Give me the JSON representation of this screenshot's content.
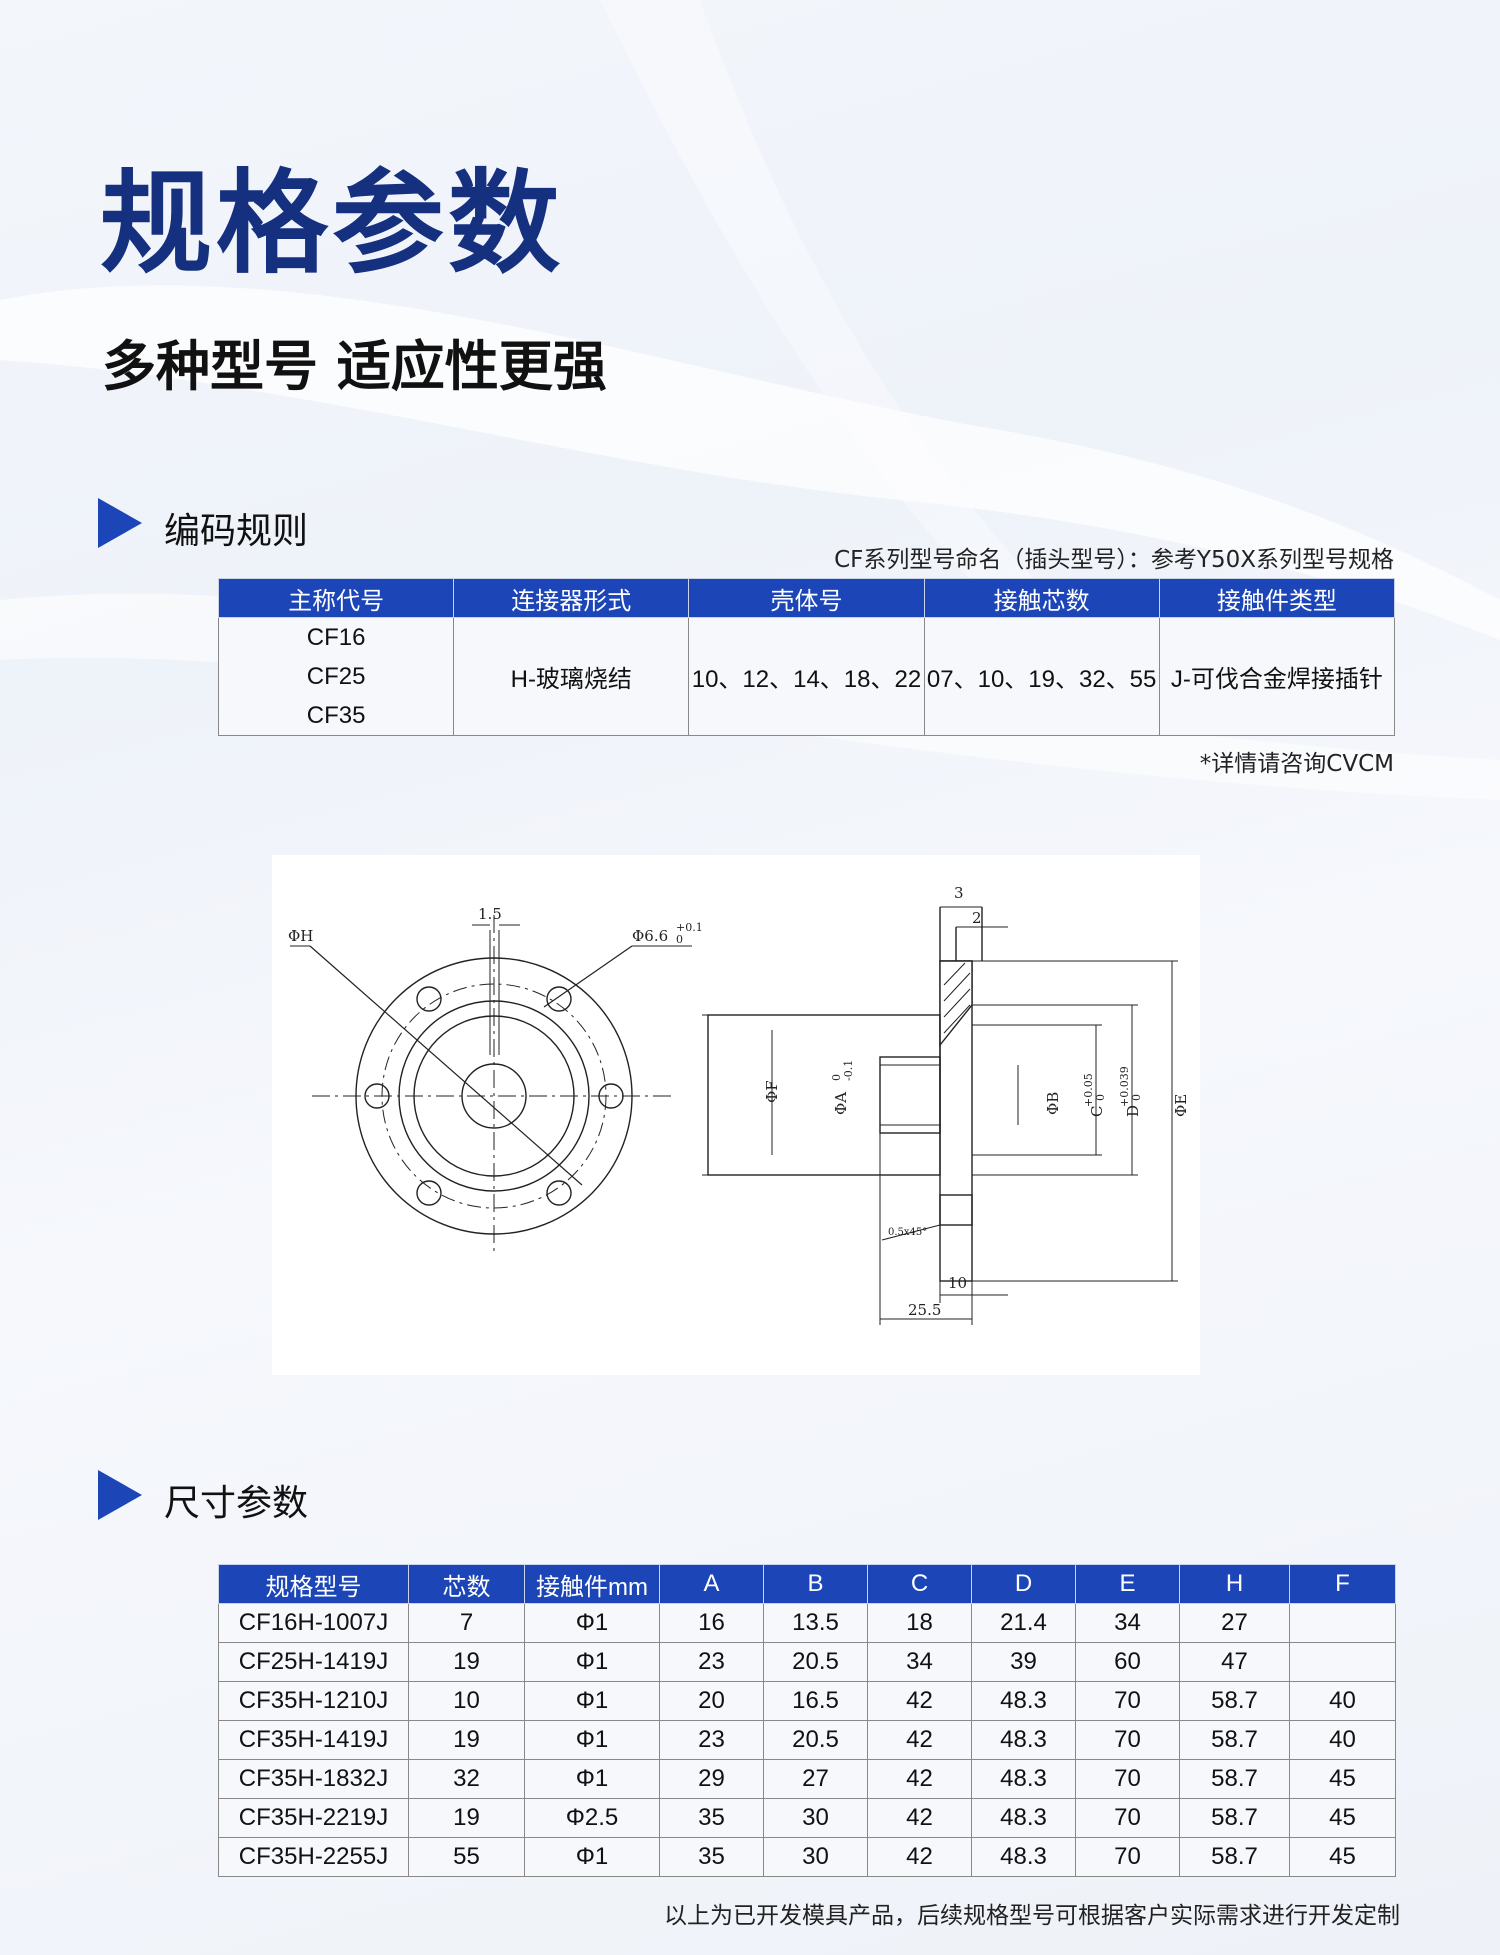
{
  "header": {
    "title": "规格参数",
    "subtitle": "多种型号 适应性更强"
  },
  "coding_section": {
    "heading": "编码规则",
    "note_top": "CF系列型号命名（插头型号）：参考Y50X系列型号规格",
    "columns": [
      "主称代号",
      "连接器形式",
      "壳体号",
      "接触芯数",
      "接触件类型"
    ],
    "row": {
      "main_codes": [
        "CF16",
        "CF25",
        "CF35"
      ],
      "connector_form": "H-玻璃烧结",
      "shell_sizes": "10、12、14、18、22",
      "contact_counts": "07、10、19、32、55",
      "contact_type": "J-可伐合金焊接插针"
    },
    "note_bottom": "*详情请咨询CVCM"
  },
  "drawing": {
    "labels": {
      "phi_h": "ΦH",
      "dim_1_5": "1.5",
      "hole": "Φ6.6",
      "hole_tol": "+0.1",
      "hole_tol0": "0",
      "dim_3": "3",
      "dim_2": "2",
      "phi_f": "ΦF",
      "phi_a": "ΦA",
      "phi_a_tol": "0",
      "phi_a_tol2": "-0.1",
      "phi_b": "ΦB",
      "c": "C",
      "c_tol": "+0.05",
      "c_tol0": "0",
      "d": "D",
      "d_tol": "+0.039",
      "d_tol0": "0",
      "phi_e": "ΦE",
      "chamfer": "0.5x45°",
      "dim_10": "10",
      "dim_25_5": "25.5"
    }
  },
  "dimension_section": {
    "heading": "尺寸参数",
    "columns": [
      "规格型号",
      "芯数",
      "接触件mm",
      "A",
      "B",
      "C",
      "D",
      "E",
      "H",
      "F"
    ],
    "rows": [
      [
        "CF16H-1007J",
        "7",
        "Φ1",
        "16",
        "13.5",
        "18",
        "21.4",
        "34",
        "27",
        ""
      ],
      [
        "CF25H-1419J",
        "19",
        "Φ1",
        "23",
        "20.5",
        "34",
        "39",
        "60",
        "47",
        ""
      ],
      [
        "CF35H-1210J",
        "10",
        "Φ1",
        "20",
        "16.5",
        "42",
        "48.3",
        "70",
        "58.7",
        "40"
      ],
      [
        "CF35H-1419J",
        "19",
        "Φ1",
        "23",
        "20.5",
        "42",
        "48.3",
        "70",
        "58.7",
        "40"
      ],
      [
        "CF35H-1832J",
        "32",
        "Φ1",
        "29",
        "27",
        "42",
        "48.3",
        "70",
        "58.7",
        "45"
      ],
      [
        "CF35H-2219J",
        "19",
        "Φ2.5",
        "35",
        "30",
        "42",
        "48.3",
        "70",
        "58.7",
        "45"
      ],
      [
        "CF35H-2255J",
        "55",
        "Φ1",
        "35",
        "30",
        "42",
        "48.3",
        "70",
        "58.7",
        "45"
      ]
    ],
    "footnote": "以上为已开发模具产品，后续规格型号可根据客户实际需求进行开发定制"
  },
  "colors": {
    "title": "#14307f",
    "accent": "#1c45b8",
    "table_header": "#1c45b8"
  }
}
